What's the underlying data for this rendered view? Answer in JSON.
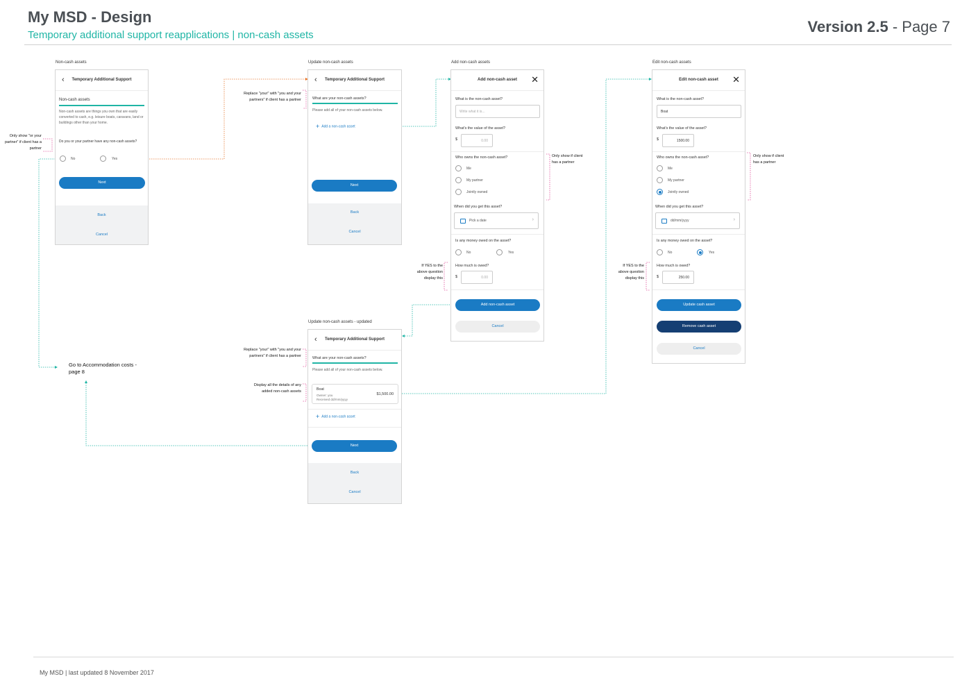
{
  "doc": {
    "title": "My MSD - Design",
    "subtitle": "Temporary additional support reapplications  |  non-cash assets",
    "version_bold": "Version 2.5",
    "version_rest": " - Page 7",
    "footer": "My MSD  |   last updated 8 November 2017"
  },
  "colors": {
    "accent_teal": "#1fb5a5",
    "primary_blue": "#1a7bc4",
    "dark_navy": "#153f73",
    "annotation_orange": "#e8772e",
    "annotation_pink": "#e0529c"
  },
  "screen1": {
    "caption": "Non-cash assets",
    "header_title": "Temporary Additional Support",
    "back_icon": "‹",
    "heading": "Non-cash assets",
    "body": "Non-cash assets are things you own that are easily converted to cash, e.g. leisure boats, caravans, land or buildings other than your home.",
    "question": "Do you or your partner have any non-cash assets?",
    "no": "No",
    "yes": "Yes",
    "next": "Next",
    "back": "Back",
    "cancel": "Cancel"
  },
  "screen2": {
    "caption": "Update non-cash assets",
    "header_title": "Temporary Additional Support",
    "back_icon": "‹",
    "heading": "What are your non-cash assets?",
    "body": "Please add all of your non-cash assets below.",
    "add": "Add a non-cash asset",
    "next": "Next",
    "back": "Back",
    "cancel": "Cancel"
  },
  "screen3": {
    "caption": "Add non-cash assets",
    "header_title": "Add non-cash asset",
    "close_icon": "✕",
    "q_what": "What is the non-cash asset?",
    "what_placeholder": "Write what it is...",
    "q_value": "What's the value of the asset?",
    "currency": "$",
    "value_placeholder": "0.00",
    "q_owner": "Who owns the non-cash asset?",
    "owner_me": "Me",
    "owner_partner": "My partner",
    "owner_joint": "Jointly owned",
    "q_when": "When did you get this asset?",
    "date_placeholder": "Pick a date",
    "q_owed": "Is any money owed on the asset?",
    "no": "No",
    "yes": "Yes",
    "q_how_much": "How much is owed?",
    "owed_placeholder": "0.00",
    "add_btn": "Add non-cash asset",
    "cancel_btn": "Cancel"
  },
  "screen4": {
    "caption": "Edit non-cash assets",
    "header_title": "Edit non-cash asset",
    "close_icon": "✕",
    "q_what": "What is the non-cash asset?",
    "what_value": "Boat",
    "q_value": "What's the value of the asset?",
    "currency": "$",
    "value": "1500.00",
    "q_owner": "Who owns the non-cash asset?",
    "owner_me": "Me",
    "owner_partner": "My partner",
    "owner_joint": "Jointly owned",
    "owner_selected": "Jointly owned",
    "q_when": "When did you get this asset?",
    "date_value": "dd/mm/yyyy",
    "q_owed": "Is any money owed on the asset?",
    "no": "No",
    "yes": "Yes",
    "owed_selected": "Yes",
    "q_how_much": "How much is owed?",
    "owed_value": "250.00",
    "update_btn": "Update cash asset",
    "remove_btn": "Remove cash asset",
    "cancel_btn": "Cancel"
  },
  "screen5": {
    "caption": "Update non-cash assets - updated",
    "header_title": "Temporary Additional Support",
    "back_icon": "‹",
    "heading": "What are your non-cash assets?",
    "body": "Please add all of your non-cash assets below.",
    "asset_name": "Boat",
    "asset_owner": "Owner: you",
    "asset_received": "Received dd/mm/yyyy",
    "asset_value": "$1,500.00",
    "add": "Add a non-cash asset",
    "next": "Next",
    "back": "Back",
    "cancel": "Cancel"
  },
  "annotations": {
    "only_show_partner_1": "Only show \"or your partner\" if client has a partner",
    "replace_your_1": "Replace \"your\" with \"you and your partners\" if client has a partner",
    "only_show_if_partner_2": "Only show if client has a partner",
    "only_show_if_partner_3": "Only show if client has a partner",
    "if_yes_1": "If YES to the above question display this",
    "if_yes_2": "If YES to the above question display this",
    "replace_your_2": "Replace \"your\" with \"you and your partners\" if client has a partner",
    "display_details": "Display all the details of any added non-cash assets",
    "go_to_accommodation": "Go to Accommodation costs - page 8"
  }
}
